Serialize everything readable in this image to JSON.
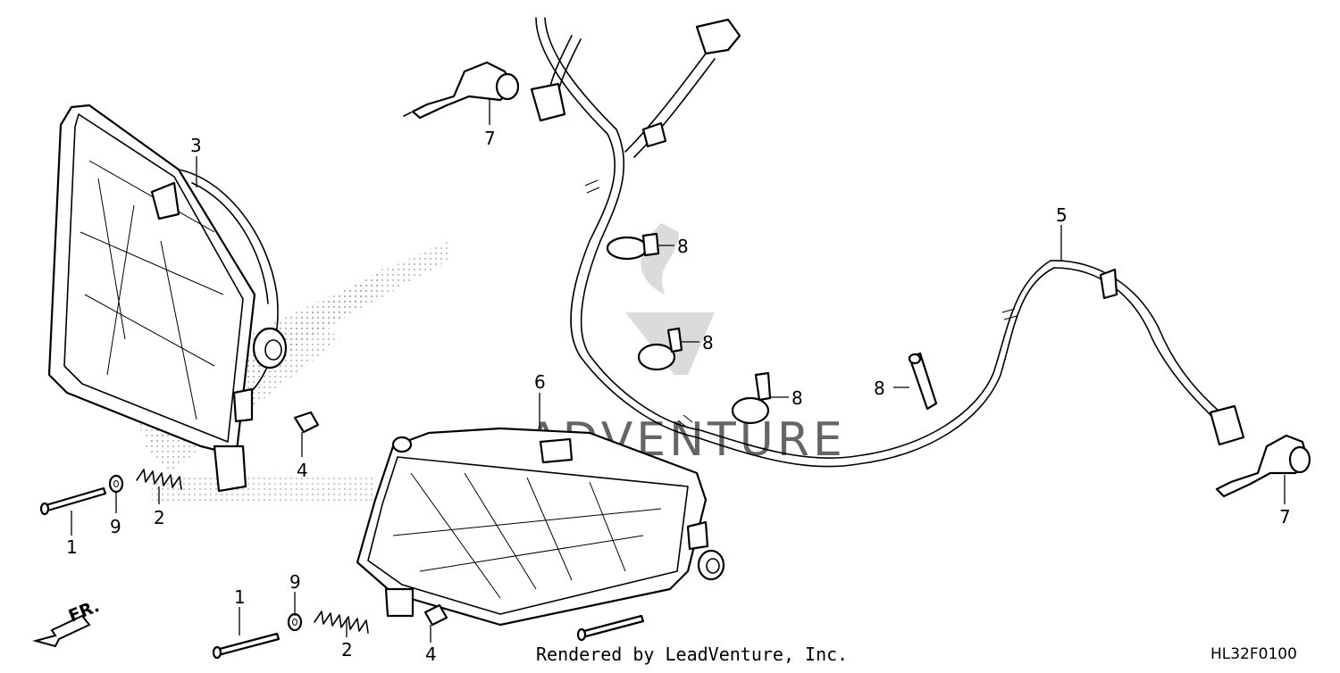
{
  "diagram": {
    "callouts": {
      "c1a": "1",
      "c1b": "1",
      "c2a": "2",
      "c2b": "2",
      "c3": "3",
      "c4a": "4",
      "c4b": "4",
      "c5": "5",
      "c6": "6",
      "c7a": "7",
      "c7b": "7",
      "c8a": "8",
      "c8b": "8",
      "c8c": "8",
      "c8d": "8",
      "c9a": "9",
      "c9b": "9"
    },
    "direction_label": "FR.",
    "credit": "Rendered by LeadVenture, Inc.",
    "diagram_code": "HL32F0100",
    "watermark_text": "ADVENTURE"
  },
  "colors": {
    "ink": "#000000",
    "background": "#ffffff",
    "watermark": "#bdbdbd"
  }
}
